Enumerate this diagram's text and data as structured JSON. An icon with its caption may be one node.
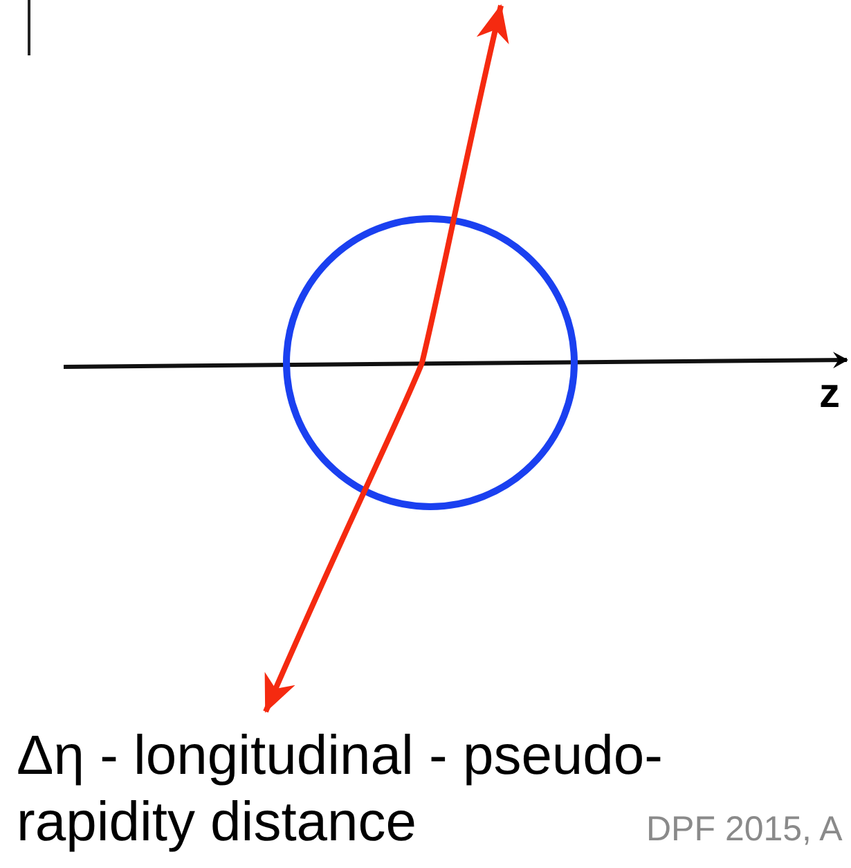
{
  "diagram": {
    "caption": "Δη - longitudinal - pseudo-rapidity distance",
    "labels": [
      "z",
      "DPF 2015, A"
    ]
  }
}
